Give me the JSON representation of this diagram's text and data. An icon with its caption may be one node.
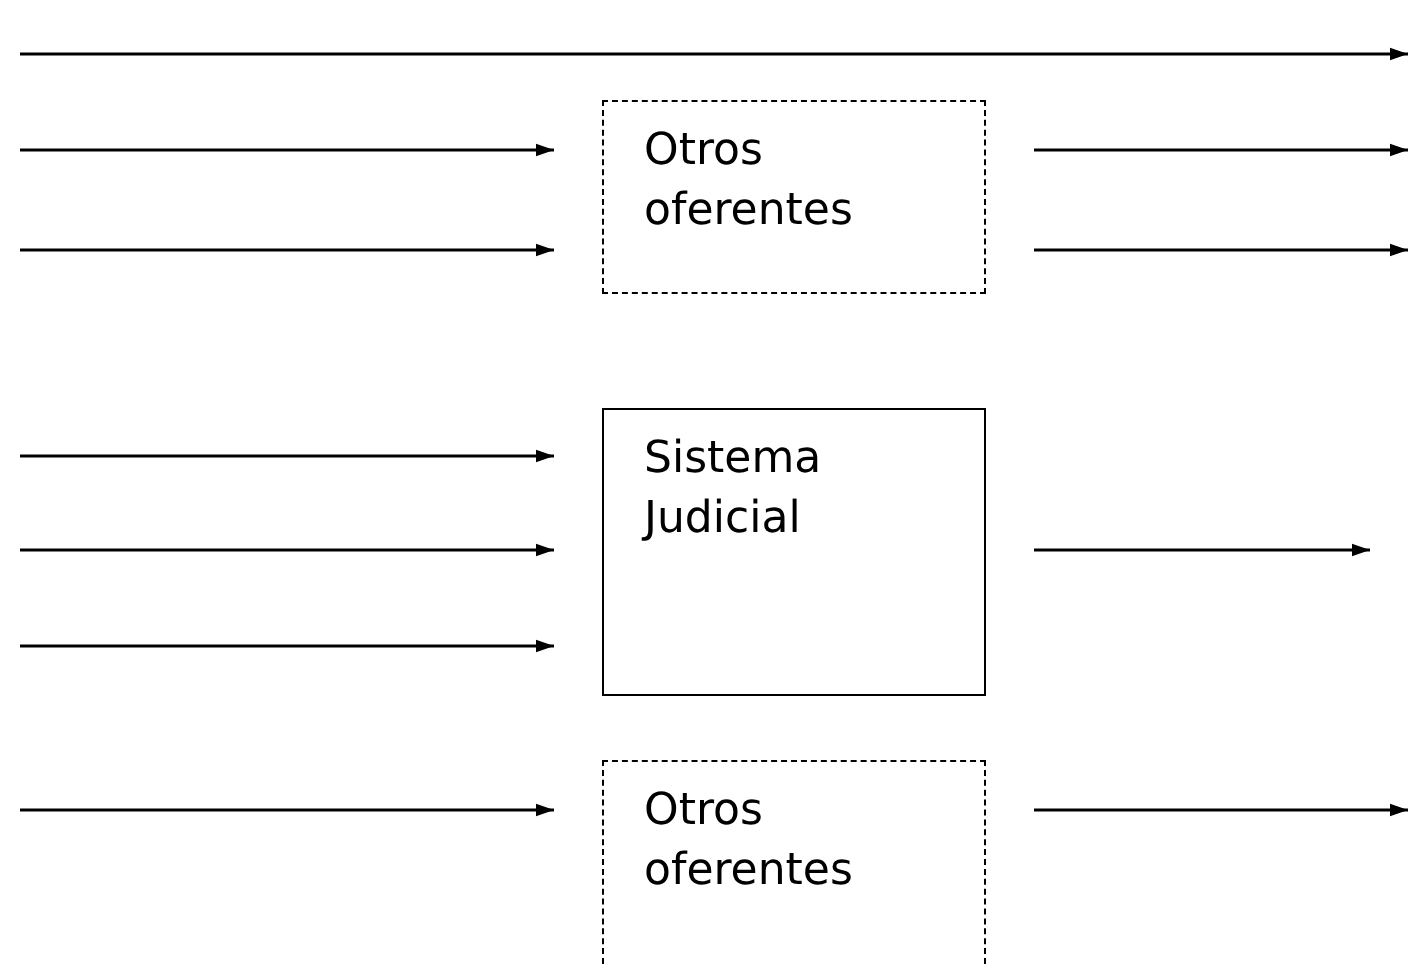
{
  "diagram": {
    "nodes": [
      {
        "text": [
          "Otros oferentes"
        ]
      },
      {
        "text": [
          "Sistema Judicial"
        ]
      },
      {
        "text": [
          "Otros oferentes"
        ]
      }
    ],
    "edges": [
      {
        "from": null,
        "to": 0,
        "arrow": "to"
      },
      {
        "from": null,
        "to": 0,
        "arrow": "to"
      },
      {
        "from": 0,
        "to": null,
        "arrow": "to"
      },
      {
        "from": 0,
        "to": null,
        "arrow": "to"
      },
      {
        "from": null,
        "to": 1,
        "arrow": "to"
      },
      {
        "from": null,
        "to": 1,
        "arrow": "to"
      },
      {
        "from": null,
        "to": 1,
        "arrow": "to"
      },
      {
        "from": 1,
        "to": null,
        "arrow": "to"
      },
      {
        "from": null,
        "to": 2,
        "arrow": "to"
      },
      {
        "from": 2,
        "to": null,
        "arrow": "to"
      }
    ]
  }
}
